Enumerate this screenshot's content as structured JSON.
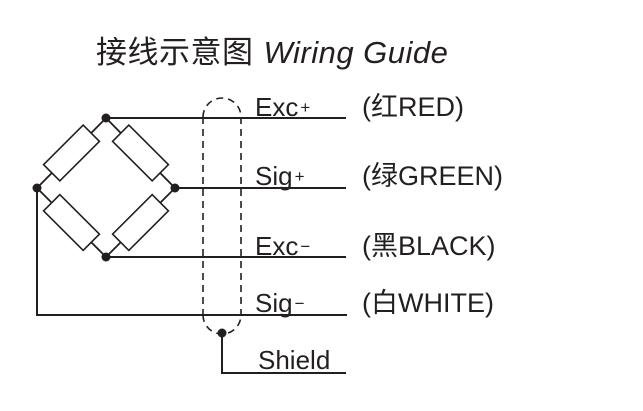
{
  "title": {
    "zh": "接线示意图",
    "en": "Wiring Guide"
  },
  "wires": [
    {
      "name": "Exc",
      "sign": "+",
      "color": "(红RED)"
    },
    {
      "name": "Sig",
      "sign": "+",
      "color": "(绿GREEN)"
    },
    {
      "name": "Exc",
      "sign": "−",
      "color": "(黑BLACK)"
    },
    {
      "name": "Sig",
      "sign": "−",
      "color": "(白WHITE)"
    }
  ],
  "shield": {
    "label": "Shield"
  },
  "icons": {
    "load_cell_bridge": "wheatstone-bridge-icon",
    "cable_sheath": "dashed-cable-sheath-icon"
  },
  "colors": {
    "ink": "#231f20",
    "background": "#ffffff"
  }
}
